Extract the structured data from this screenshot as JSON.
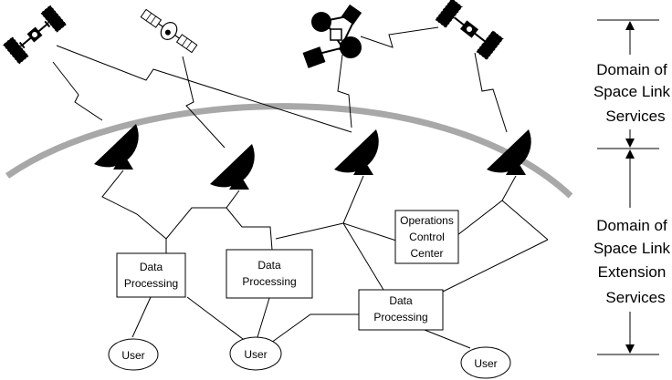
{
  "boxes": {
    "dp1": [
      "Data",
      "Processing"
    ],
    "dp2": [
      "Data",
      "Processing"
    ],
    "dp3": [
      "Data",
      "Processing"
    ],
    "occ": [
      "Operations",
      "Control",
      "Center"
    ]
  },
  "users": {
    "u1": "User",
    "u2": "User",
    "u3": "User"
  },
  "domains": {
    "space_link": [
      "Domain of",
      "Space Link",
      "Services"
    ],
    "space_link_extension": [
      "Domain of",
      "Space Link",
      "Extension",
      "Services"
    ]
  }
}
